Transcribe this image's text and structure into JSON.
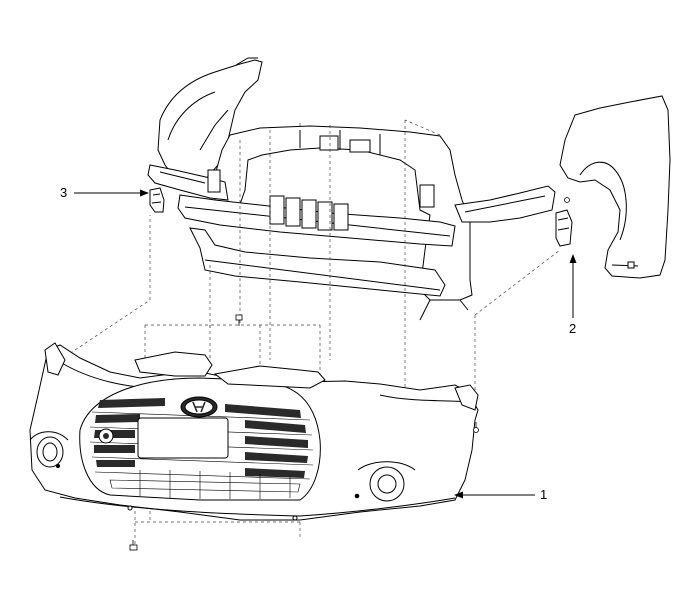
{
  "colors": {
    "line": "#000000",
    "part_fill": "#ffffff",
    "shade": "#d8d8d8",
    "dark_shade": "#2a2a2a",
    "leader": "#555555"
  },
  "callouts": [
    {
      "label": "1",
      "part": "front-bumper-cover"
    },
    {
      "label": "2",
      "part": "bumper-mounting-bracket-right"
    },
    {
      "label": "3",
      "part": "bumper-mounting-bracket-left"
    }
  ],
  "icons": {
    "emblem": "hyundai-emblem-icon",
    "arrow": "callout-arrow-icon"
  }
}
